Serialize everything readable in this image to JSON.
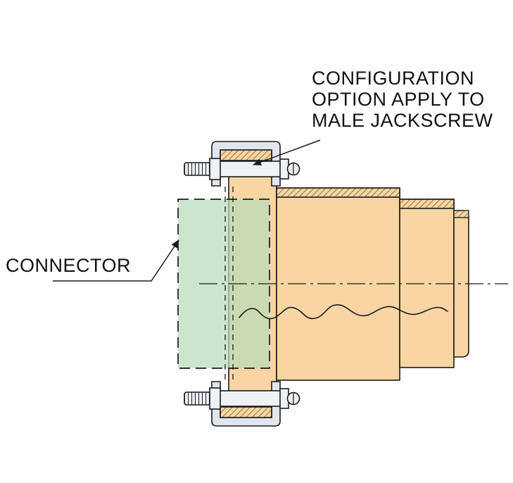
{
  "annotations": {
    "configuration_note": {
      "lines": [
        "CONFIGURATION",
        "OPTION APPLY TO",
        "MALE JACKSCREW"
      ]
    },
    "connector_label": "CONNECTOR"
  },
  "colors": {
    "line": "#1b1b1b",
    "body_fill": "#f8d5a3",
    "connector_fill": "#b9dcba",
    "bracket_fill": "#e0e6ec",
    "hardware_fill": "#eef1f5",
    "hatch_stroke": "#6f5426",
    "background": "#ffffff"
  }
}
